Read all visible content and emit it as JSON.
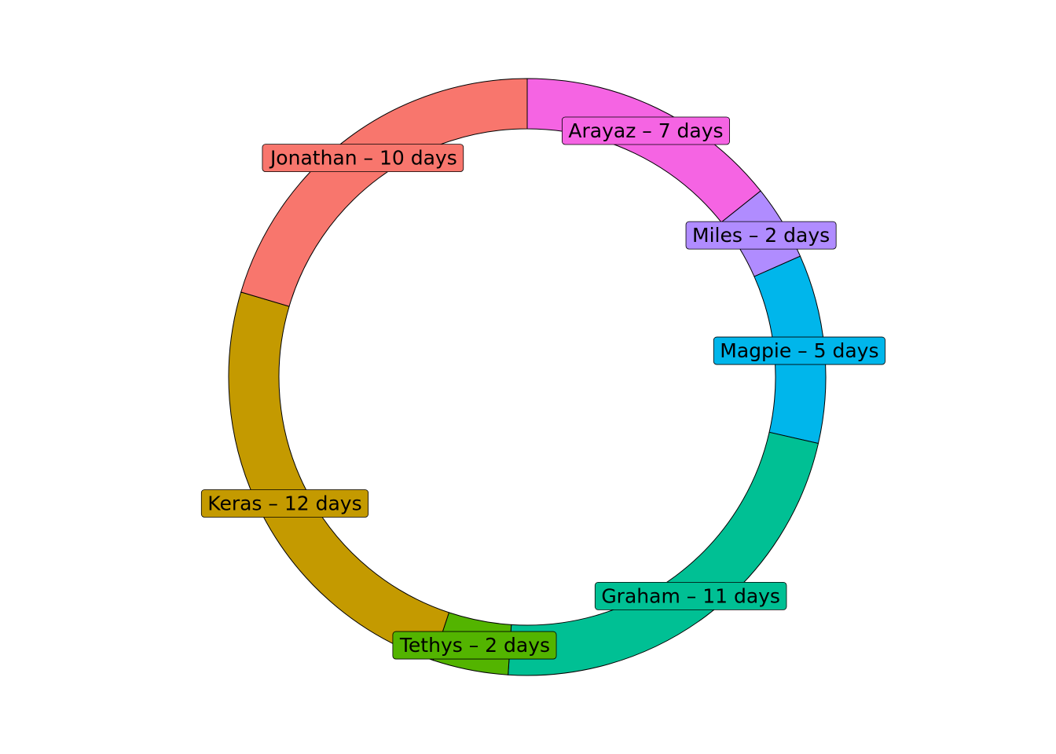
{
  "chart_data": {
    "type": "pie",
    "variant": "donut",
    "title": "",
    "legend": "none",
    "grid": false,
    "slices": [
      {
        "name": "Arayaz",
        "value": 7,
        "label": "Arayaz – 7 days",
        "color": "#F564E3"
      },
      {
        "name": "Miles",
        "value": 2,
        "label": "Miles – 2 days",
        "color": "#B08CFF"
      },
      {
        "name": "Magpie",
        "value": 5,
        "label": "Magpie – 5 days",
        "color": "#00B6EB"
      },
      {
        "name": "Graham",
        "value": 11,
        "label": "Graham – 11 days",
        "color": "#00C094"
      },
      {
        "name": "Tethys",
        "value": 2,
        "label": "Tethys – 2 days",
        "color": "#53B400"
      },
      {
        "name": "Keras",
        "value": 12,
        "label": "Keras – 12 days",
        "color": "#C49A00"
      },
      {
        "name": "Jonathan",
        "value": 10,
        "label": "Jonathan – 10 days",
        "color": "#F8766D"
      }
    ]
  }
}
